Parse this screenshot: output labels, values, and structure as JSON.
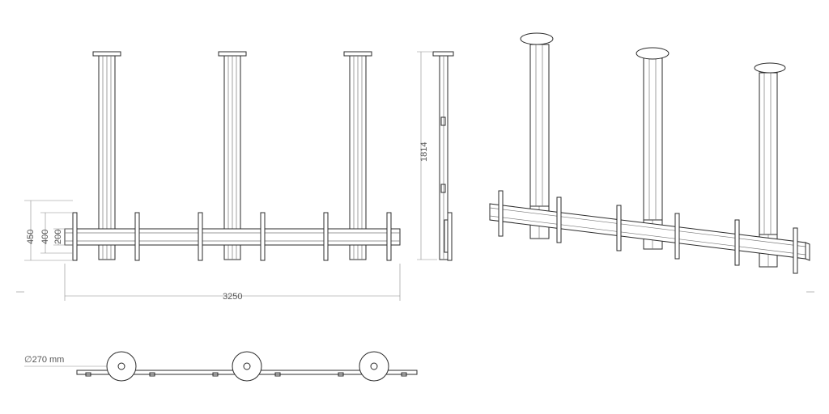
{
  "labels": {
    "height_total": "450",
    "height_mid": "400",
    "height_inner": "200",
    "width_total": "3250",
    "pole_height": "1814",
    "plate_diameter": "∅270 mm"
  },
  "colors": {
    "line": "#2b2b2b",
    "dimension": "#8a8a8a",
    "background": "#ffffff"
  }
}
